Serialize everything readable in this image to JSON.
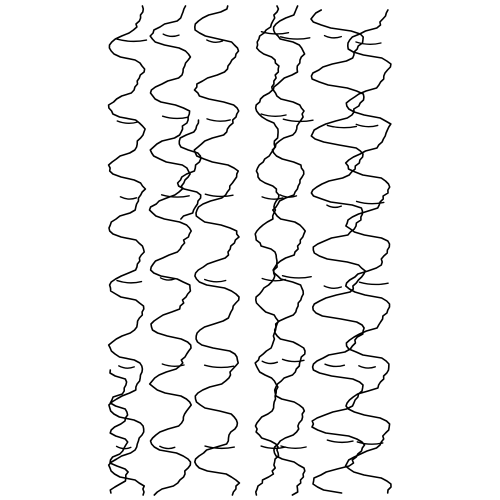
{
  "drawing": {
    "background_color": "#ffffff",
    "stroke_color": "#000000",
    "strokes": [
      {
        "name": "squiggle-col-1",
        "seed": 11
      },
      {
        "name": "squiggle-col-2",
        "seed": 23
      },
      {
        "name": "squiggle-col-3",
        "seed": 37
      },
      {
        "name": "squiggle-col-4",
        "seed": 41
      },
      {
        "name": "squiggle-col-5",
        "seed": 53
      },
      {
        "name": "squiggle-col-6",
        "seed": 67
      },
      {
        "name": "squiggle-col-7",
        "seed": 79
      },
      {
        "name": "squiggle-col-8",
        "seed": 83
      },
      {
        "name": "squiggle-col-9",
        "seed": 97
      }
    ]
  }
}
